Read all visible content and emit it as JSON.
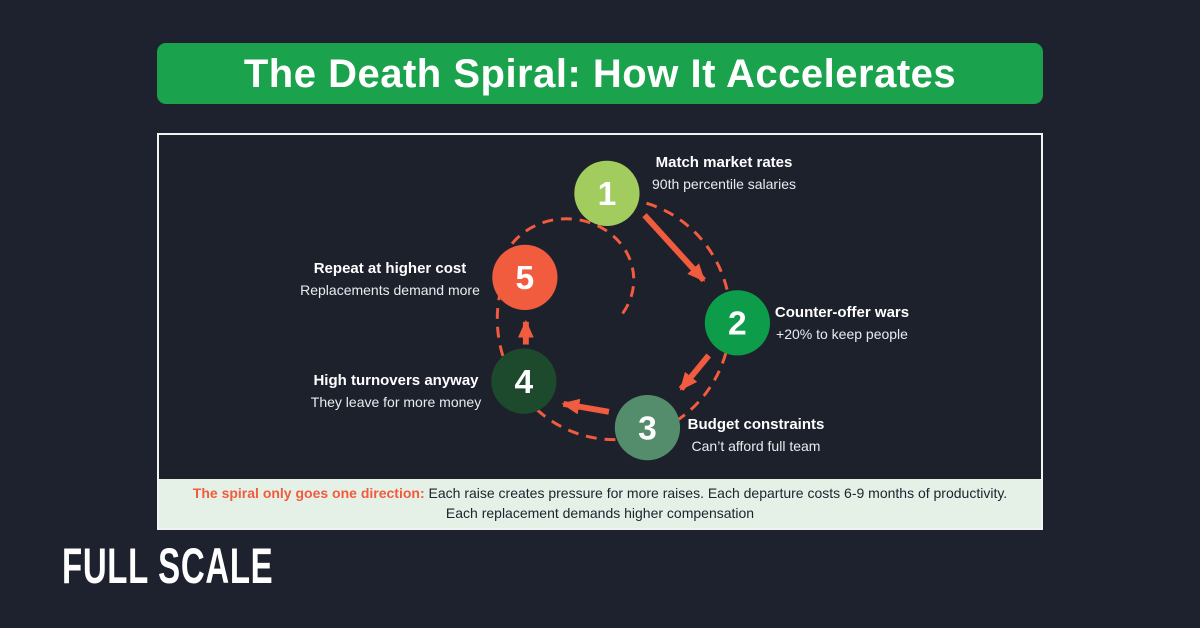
{
  "title": "The Death Spiral: How It Accelerates",
  "steps": [
    {
      "num": "1",
      "label": "Match market rates",
      "sub": "90th percentile salaries",
      "color": "#a3cc5e"
    },
    {
      "num": "2",
      "label": "Counter-offer wars",
      "sub": "+20% to keep people",
      "color": "#0d9c4a"
    },
    {
      "num": "3",
      "label": "Budget constraints",
      "sub": "Can’t afford full team",
      "color": "#548d6b"
    },
    {
      "num": "4",
      "label": "High turnovers anyway",
      "sub": "They leave for more money",
      "color": "#1d4a2c"
    },
    {
      "num": "5",
      "label": "Repeat at higher cost",
      "sub": "Replacements demand more",
      "color": "#f15b3e"
    }
  ],
  "footer": {
    "lead": "The spiral only goes one direction:",
    "body": "Each raise creates pressure for more raises. Each departure costs 6-9 months of productivity. Each replacement demands higher compensation"
  },
  "logo": "FULL SCALE",
  "colors": {
    "background": "#1e222e",
    "banner_green": "#1ba24c",
    "accent_orange": "#f15b3e",
    "panel_border": "#f3f3f3",
    "footer_bg": "#e5f1e6",
    "footer_text": "#1c2230",
    "text_white": "#ffffff"
  }
}
